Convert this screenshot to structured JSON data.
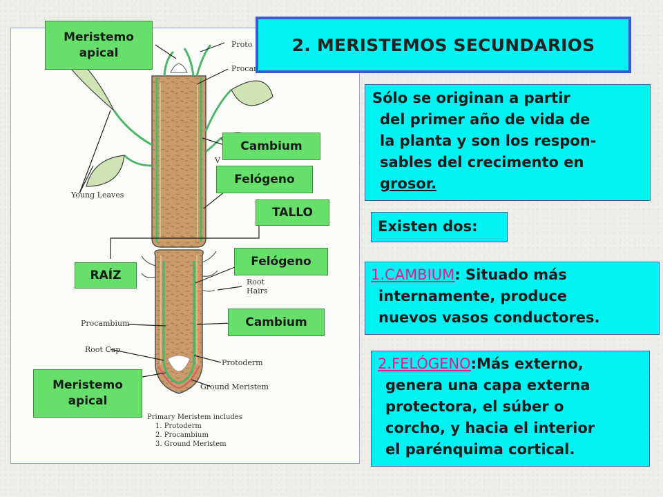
{
  "title": "2. MERISTEMOS SECUNDARIOS",
  "intro": {
    "lines": [
      "Sólo se originan a partir",
      "del primer año de vida de",
      "la planta y son los respon-",
      "sables del crecimento en"
    ],
    "last": "grosor."
  },
  "existen": "Existen dos:",
  "cambium": {
    "term": "1.CAMBIUM",
    "lines": [
      ": Situado más",
      "internamente, produce",
      "nuevos vasos conductores."
    ]
  },
  "felogeno": {
    "term": "2.FELÓGENO",
    "lines": [
      ":Más externo,",
      "genera una capa externa",
      "protectora, el súber o",
      "corcho, y hacia el interior",
      "el parénquima cortical."
    ]
  },
  "labels": {
    "meristemo_apical_top": "Meristemo\napical",
    "cambium_top": "Cambium",
    "felogeno_top": "Felógeno",
    "tallo": "TALLO",
    "felogeno_root": "Felógeno",
    "raiz": "RAÍZ",
    "cambium_root": "Cambium",
    "meristemo_apical_bottom": "Meristemo\napical"
  },
  "diagram_text": {
    "protoderm_top": "Proto",
    "procambium_top": "Procambium",
    "vascular": "V",
    "young_leaves": "Young Leaves",
    "root_hairs_1": "Root",
    "root_hairs_2": "Hairs",
    "procambium_root": "Procambium",
    "root_cap": "Root Cap",
    "protoderm_root": "Protoderm",
    "ground_meristem": "Ground Meristem",
    "caption": [
      "Primary Meristem includes",
      "1. Protoderm",
      "2. Procambium",
      "3. Ground Meristem"
    ]
  },
  "colors": {
    "cyan": "#00f2f2",
    "label_green": "#66e06a",
    "title_border": "#3a58d0",
    "highlight": "#e0208a"
  }
}
